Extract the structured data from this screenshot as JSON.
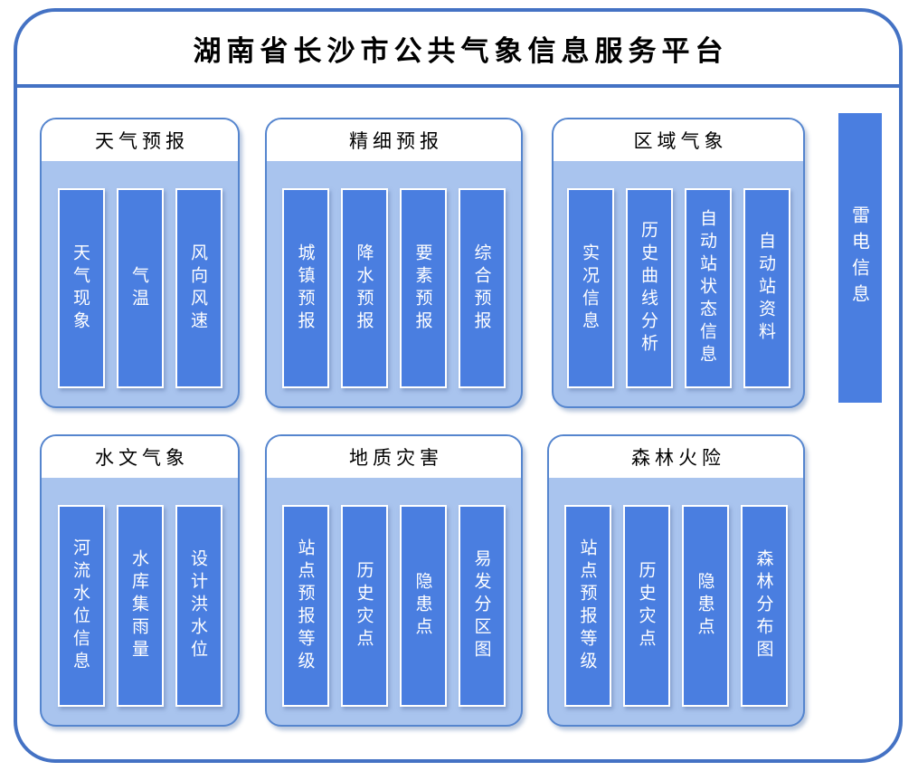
{
  "title": "湖南省长沙市公共气象信息服务平台",
  "panels": [
    {
      "header": "天气预报",
      "items": [
        "天气现象",
        "气温",
        "风向风速"
      ]
    },
    {
      "header": "精细预报",
      "items": [
        "城镇预报",
        "降水预报",
        "要素预报",
        "综合预报"
      ]
    },
    {
      "header": "区域气象",
      "items": [
        "实况信息",
        "历史曲线分析",
        "自动站状态信息",
        "自动站资料"
      ]
    },
    {
      "header": "水文气象",
      "items": [
        "河流水位信息",
        "水库集雨量",
        "设计洪水位"
      ]
    },
    {
      "header": "地质灾害",
      "items": [
        "站点预报等级",
        "历史灾点",
        "隐患点",
        "易发分区图"
      ]
    },
    {
      "header": "森林火险",
      "items": [
        "站点预报等级",
        "历史灾点",
        "隐患点",
        "森林分布图"
      ]
    }
  ],
  "lightning_bar": {
    "label": "雷电信息"
  },
  "colors": {
    "frame_blue": "#4472C4",
    "panel_fill": "#A9C4EE",
    "panel_border": "#5585CE",
    "bar_fill": "#4A7EE0",
    "bar_border": "#FFFFFF",
    "header_bg": "#FFFFFF",
    "title_text": "#000000",
    "bar_text": "#FFFFFF"
  }
}
